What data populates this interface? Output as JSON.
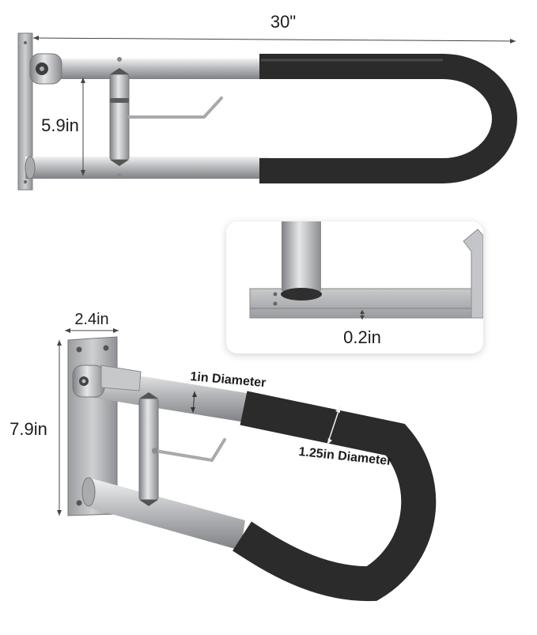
{
  "top_view": {
    "width_label": "30\"",
    "height_label": "5.9in"
  },
  "detail_view": {
    "thickness_label": "0.2in"
  },
  "side_view": {
    "plate_width_label": "2.4in",
    "height_label": "7.9in",
    "tube_diameter_label": "1in Diameter",
    "grip_diameter_label": "1.25in Diameter"
  },
  "colors": {
    "grip": "#2b2b2b",
    "steel_light": "#d9dadc",
    "steel_dark": "#8c8e92",
    "text": "#1c1c1c"
  }
}
